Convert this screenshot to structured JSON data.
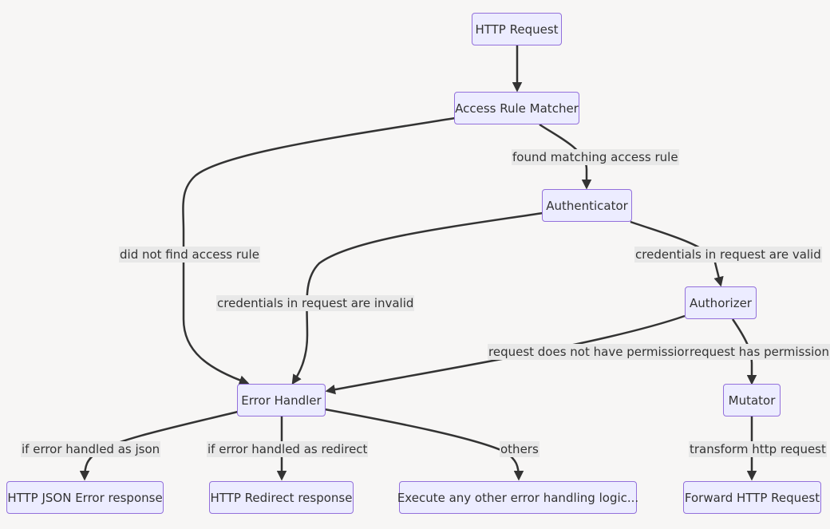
{
  "nodes": {
    "http_request": "HTTP Request",
    "access_rule_matcher": "Access Rule Matcher",
    "authenticator": "Authenticator",
    "authorizer": "Authorizer",
    "error_handler": "Error Handler",
    "mutator": "Mutator",
    "http_json_error": "HTTP JSON Error response",
    "http_redirect": "HTTP Redirect response",
    "other_logic": "Execute any other error handling logic...",
    "forward_request": "Forward HTTP Request"
  },
  "edges": {
    "found_matching": "found matching access rule",
    "did_not_find": "did not find access rule",
    "creds_valid": "credentials in request are valid",
    "creds_invalid": "credentials in request are invalid",
    "no_permission": "request does not have permission",
    "has_permission": "request has permission",
    "handled_json": "if error handled as json",
    "handled_redirect": "if error handled as redirect",
    "others": "others",
    "transform": "transform http request"
  }
}
